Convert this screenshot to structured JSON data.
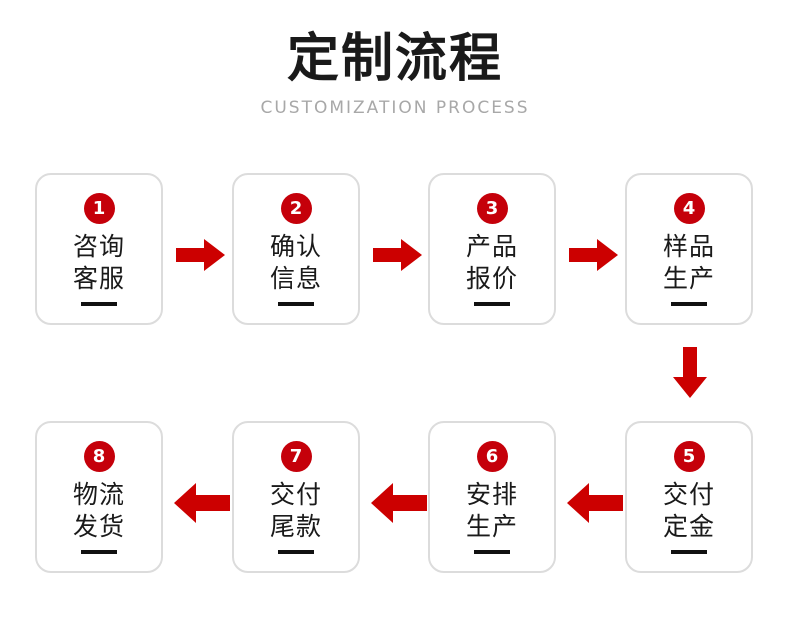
{
  "header": {
    "title": "定制流程",
    "subtitle": "CUSTOMIZATION PROCESS"
  },
  "colors": {
    "accent_red": "#c5000a",
    "arrow_red": "#cc0000",
    "box_border": "#dcdcdc",
    "text": "#1a1a1a",
    "subtitle_gray": "#a8a8a8",
    "rule_black": "#111111"
  },
  "steps": [
    {
      "number": "1",
      "line1": "咨询",
      "line2": "客服"
    },
    {
      "number": "2",
      "line1": "确认",
      "line2": "信息"
    },
    {
      "number": "3",
      "line1": "产品",
      "line2": "报价"
    },
    {
      "number": "4",
      "line1": "样品",
      "line2": "生产"
    },
    {
      "number": "5",
      "line1": "交付",
      "line2": "定金"
    },
    {
      "number": "6",
      "line1": "安排",
      "line2": "生产"
    },
    {
      "number": "7",
      "line1": "交付",
      "line2": "尾款"
    },
    {
      "number": "8",
      "line1": "物流",
      "line2": "发货"
    }
  ],
  "connectors": [
    {
      "id": "arrow-1-2",
      "direction": "right"
    },
    {
      "id": "arrow-2-3",
      "direction": "right"
    },
    {
      "id": "arrow-3-4",
      "direction": "right"
    },
    {
      "id": "arrow-4-5",
      "direction": "down"
    },
    {
      "id": "arrow-5-6",
      "direction": "left"
    },
    {
      "id": "arrow-6-7",
      "direction": "left"
    },
    {
      "id": "arrow-7-8",
      "direction": "left"
    }
  ]
}
